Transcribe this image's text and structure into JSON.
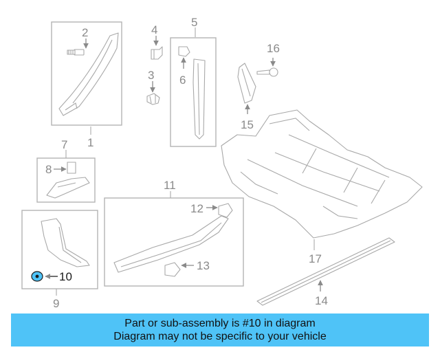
{
  "diagram": {
    "callouts": {
      "c1": "1",
      "c2": "2",
      "c3": "3",
      "c4": "4",
      "c5": "5",
      "c6": "6",
      "c7": "7",
      "c8": "8",
      "c9": "9",
      "c10": "10",
      "c11": "11",
      "c12": "12",
      "c13": "13",
      "c14": "14",
      "c15": "15",
      "c16": "16",
      "c17": "17"
    },
    "highlighted_callout": "10",
    "highlight_color": "#4fc3f7"
  },
  "banner": {
    "line1": "Part or sub-assembly is #10 in diagram",
    "line2": "Diagram may not be specific to your vehicle",
    "background_color": "#4fc3f7"
  }
}
